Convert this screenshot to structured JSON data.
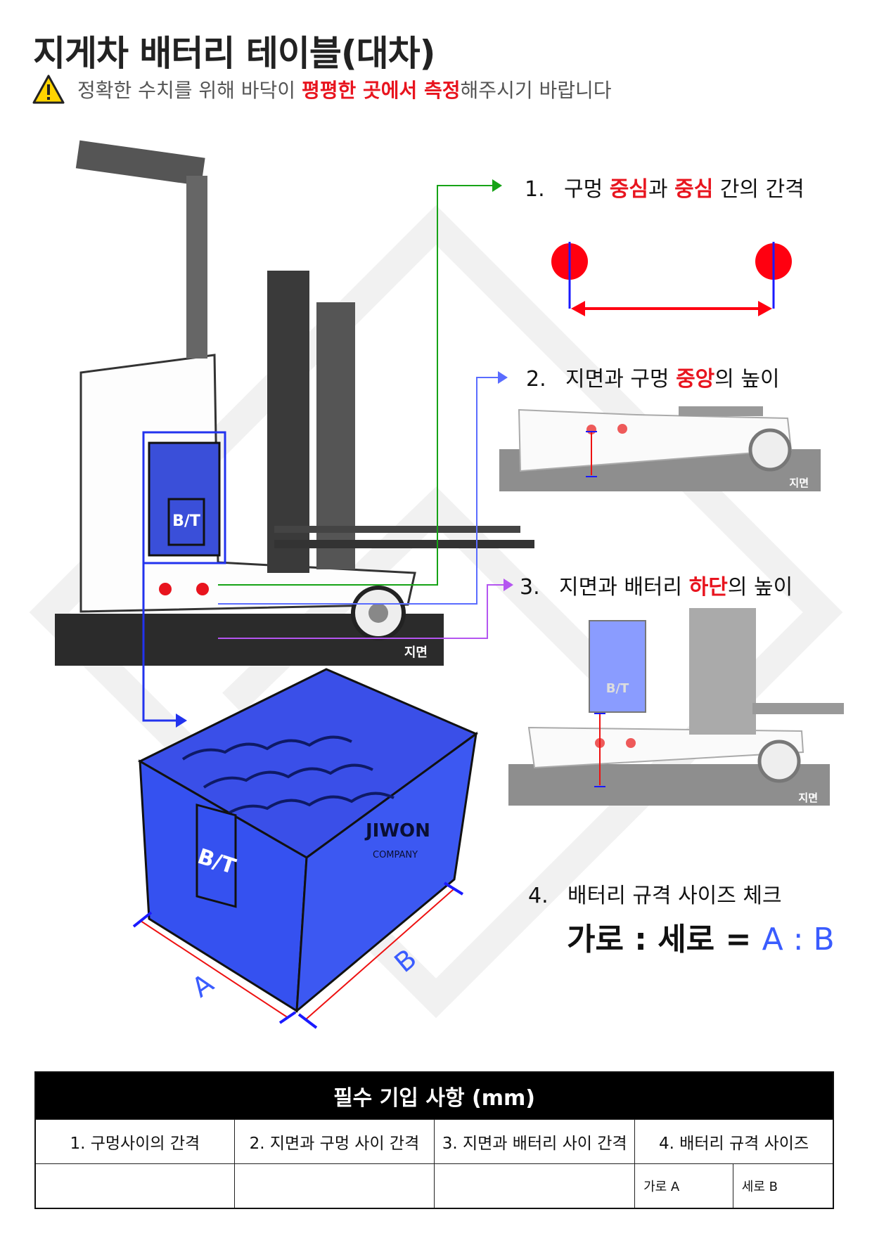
{
  "title": "지게차 배터리 테이블(대차)",
  "warning": {
    "icon": "warning-icon",
    "pre": "정확한 수치를 위해 바닥이 ",
    "emph": "평평한 곳에서 측정",
    "post": "해주시기 바랍니다"
  },
  "ground_label": "지면",
  "battery_label": "B/T",
  "brand": {
    "name": "JIWON",
    "sub": "COMPANY"
  },
  "dims": {
    "a": "A",
    "b": "B"
  },
  "steps": [
    {
      "num": "1.",
      "parts": [
        "구멍 ",
        "중심",
        "과 ",
        "중심",
        " 간의 간격"
      ]
    },
    {
      "num": "2.",
      "parts": [
        "지면과 구멍 ",
        "중앙",
        "의 높이"
      ]
    },
    {
      "num": "3.",
      "parts": [
        "지면과 배터리 ",
        "하단",
        "의 높이"
      ]
    },
    {
      "num": "4.",
      "parts": [
        "배터리 규격 사이즈 체크"
      ]
    }
  ],
  "formula": {
    "left": "가로 : 세로 = ",
    "ratio": "A : B"
  },
  "table": {
    "header": "필수 기입 사항 (mm)",
    "columns": [
      "1.   구멍사이의 간격",
      "2.  지면과 구멍 사이 간격",
      "3.  지면과 배터리 사이 간격",
      "4. 배터리 규격 사이즈"
    ],
    "sub": [
      "가로 A",
      "세로 B"
    ]
  },
  "colors": {
    "accent_red": "#e8141e",
    "blue": "#3a5cff",
    "green": "#16a316",
    "purple": "#b455f0"
  }
}
